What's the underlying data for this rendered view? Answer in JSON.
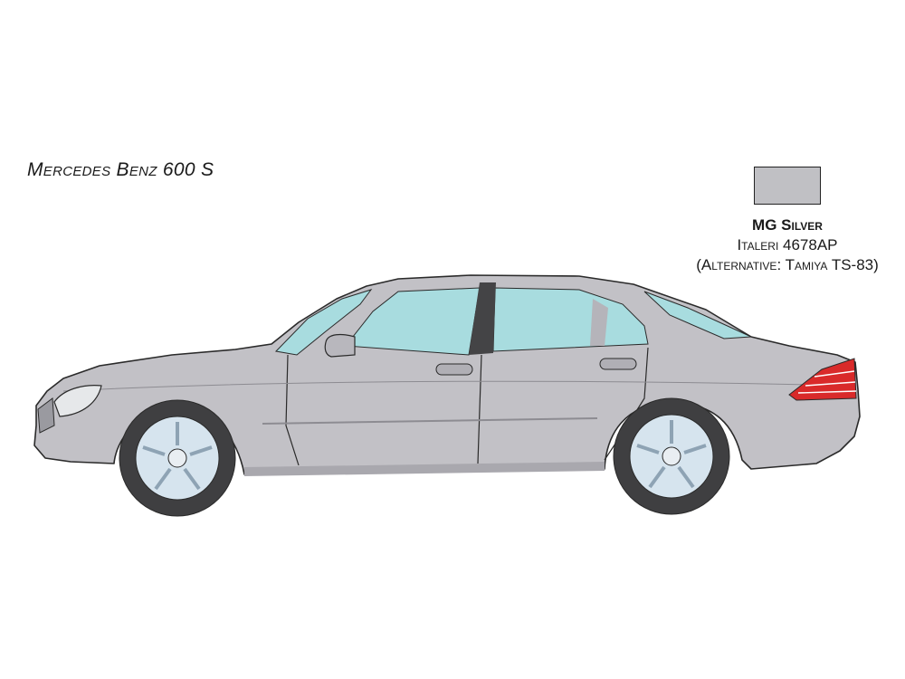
{
  "model": {
    "title": "Mercedes Benz 600 S"
  },
  "paint": {
    "name": "MG Silver",
    "code": "Italeri 4678AP",
    "alternative": "(Alternative: Tamiya TS-83)",
    "swatch_color": "#c0c0c4"
  },
  "colors": {
    "body": "#c2c1c6",
    "body_shadow": "#a9a8ae",
    "glass": "#a8dcdf",
    "glass_dark": "#7cc4c8",
    "tire": "#3f3f41",
    "rim": "#d6e4ee",
    "taillight": "#d92a2a",
    "outline": "#2a2a2a"
  },
  "icons": [
    "mercedes-star-icon"
  ]
}
